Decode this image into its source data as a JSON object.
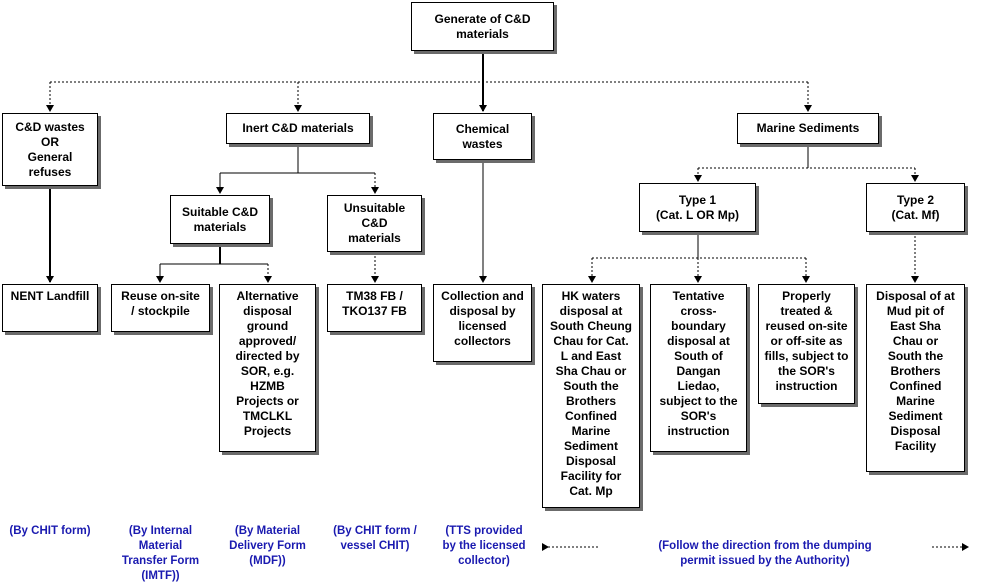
{
  "nodes": {
    "root": "Generate of C&D\nmaterials",
    "cd_wastes": "C&D wastes\nOR\nGeneral\nrefuses",
    "inert": "Inert C&D materials",
    "chemical": "Chemical\nwastes",
    "marine": "Marine Sediments",
    "suitable": "Suitable C&D\nmaterials",
    "unsuitable": "Unsuitable\nC&D\nmaterials",
    "type1": "Type 1\n(Cat. L OR Mp)",
    "type2": "Type 2\n(Cat. Mf)",
    "nent": "NENT Landfill",
    "reuse": "Reuse on-site\n/ stockpile",
    "alt_disposal": "Alternative\ndisposal\nground\napproved/\ndirected by\nSOR, e.g.\nHZMB\nProjects or\nTMCLKL\nProjects",
    "tm38": "TM38 FB /\nTKO137 FB",
    "collection": "Collection and\ndisposal by\nlicensed\ncollectors",
    "hk_waters": "HK waters\ndisposal at\nSouth Cheung\nChau for Cat.\nL and East\nSha Chau or\nSouth the\nBrothers\nConfined\nMarine\nSediment\nDisposal\nFacility for\nCat. Mp",
    "tentative": "Tentative\ncross-\nboundary\ndisposal at\nSouth of\nDangan\nLiedao,\nsubject to the\nSOR's\ninstruction",
    "properly": "Properly\ntreated &\nreused on-site\nor off-site as\nfills, subject to\nthe SOR's\ninstruction",
    "mud_pit": "Disposal of at\nMud pit of\nEast Sha\nChau or\nSouth the\nBrothers\nConfined\nMarine\nSediment\nDisposal\nFacility"
  },
  "notes": {
    "chit": "(By CHIT form)",
    "imtf": "(By Internal\nMaterial\nTransfer Form\n(IMTF))",
    "mdf": "(By Material\nDelivery Form\n(MDF))",
    "chit_vessel": "(By CHIT form /\nvessel CHIT)",
    "tts": "(TTS provided\nby the licensed\ncollector)",
    "dumping": "(Follow the direction from the dumping\npermit issued by the Authority)"
  },
  "colors": {
    "line": "#000000",
    "shadow": "#6b6b6b",
    "note_text": "#1a1ab0"
  }
}
